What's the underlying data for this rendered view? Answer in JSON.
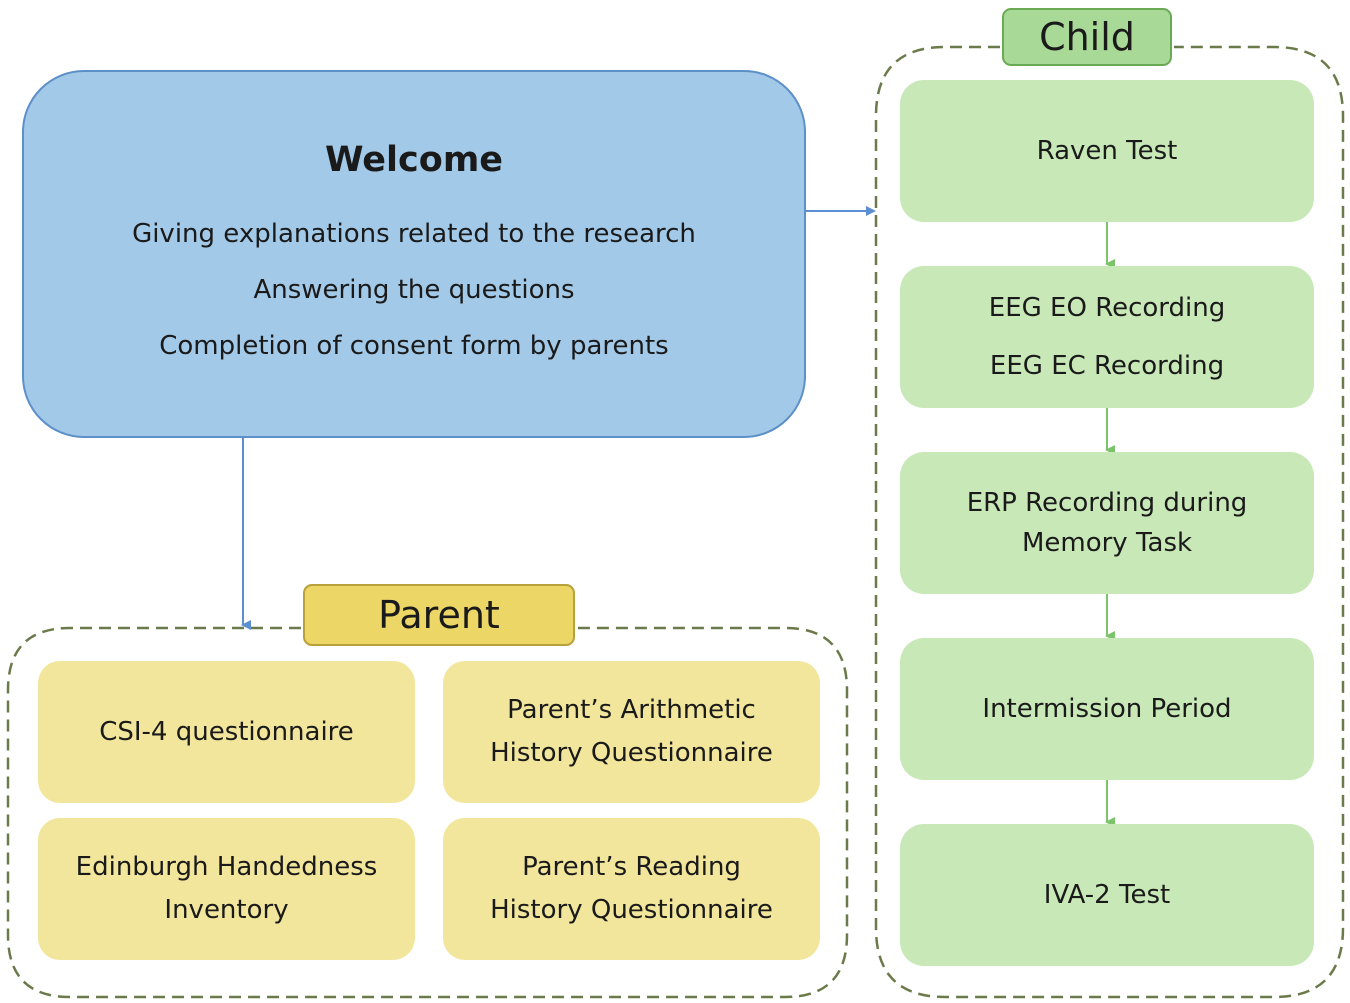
{
  "welcome": {
    "title": "Welcome",
    "lines": [
      "Giving explanations related to the research",
      "Answering the questions",
      "Completion of consent form by parents"
    ]
  },
  "child": {
    "label": "Child",
    "steps": [
      {
        "lines": [
          "Raven Test"
        ]
      },
      {
        "lines": [
          "EEG EO Recording",
          "EEG EC Recording"
        ]
      },
      {
        "lines": [
          "ERP Recording during",
          "Memory Task"
        ]
      },
      {
        "lines": [
          "Intermission Period"
        ]
      },
      {
        "lines": [
          "IVA-2 Test"
        ]
      }
    ]
  },
  "parent": {
    "label": "Parent",
    "items": [
      {
        "lines": [
          "CSI-4 questionnaire"
        ]
      },
      {
        "lines": [
          "Parent’s Arithmetic",
          "History Questionnaire"
        ]
      },
      {
        "lines": [
          "Edinburgh Handedness",
          "Inventory"
        ]
      },
      {
        "lines": [
          "Parent’s Reading",
          "History Questionnaire"
        ]
      }
    ]
  },
  "colors": {
    "welcome_fill": "#a3c9e8",
    "welcome_border": "#5d8fc8",
    "child_fill": "#c8e8b8",
    "child_label_fill": "#a8d996",
    "parent_fill": "#f2e69c",
    "parent_label_fill": "#ecd666",
    "dashed_border": "#6b7a4a",
    "connector_green": "#7cc46a",
    "connector_blue": "#5b8fd1"
  }
}
